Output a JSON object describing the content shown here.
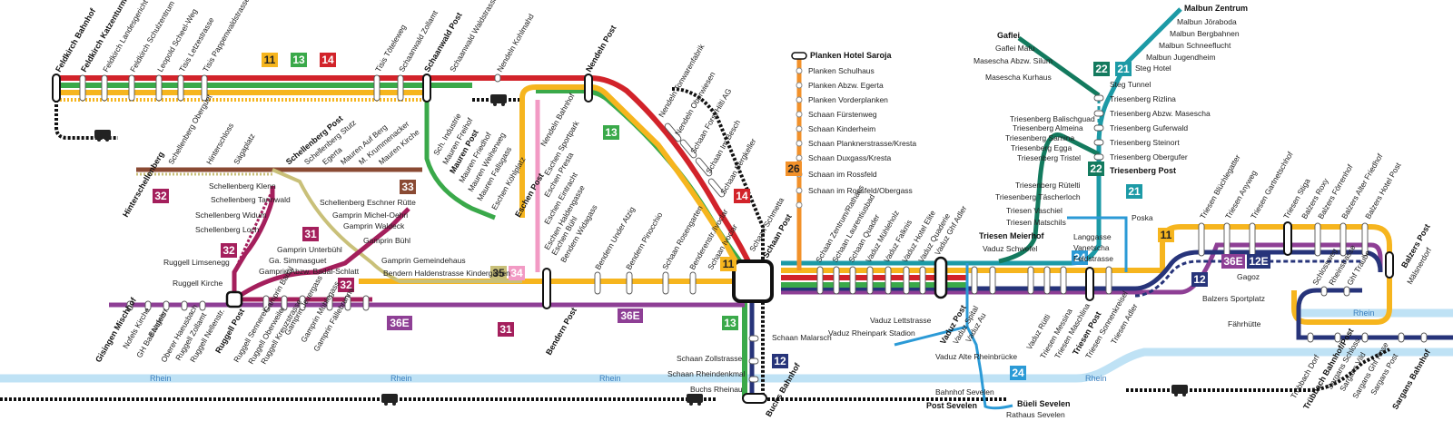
{
  "map": {
    "colors": {
      "line11": "#f6b51e",
      "line12": "#27347a",
      "line13": "#3aa94a",
      "line14": "#d2232a",
      "line21": "#1c9aa6",
      "line22": "#137a5e",
      "line24": "#2b9ad6",
      "line26": "#f2912a",
      "line31": "#a41f5c",
      "line32": "#a41f5c",
      "line33": "#8a4a33",
      "line34": "#f29ac4",
      "line35": "#c9c079",
      "line36E": "#8e3f95",
      "rail": "#111111",
      "river": "#bfe2f5"
    },
    "badges": [
      {
        "label": "11",
        "key": "line11"
      },
      {
        "label": "13",
        "key": "line13"
      },
      {
        "label": "14",
        "key": "line14"
      },
      {
        "label": "14",
        "key": "line14"
      },
      {
        "label": "13",
        "key": "line13"
      },
      {
        "label": "26",
        "key": "line26"
      },
      {
        "label": "33",
        "key": "line33"
      },
      {
        "label": "32",
        "key": "line32"
      },
      {
        "label": "31",
        "key": "line31"
      },
      {
        "label": "32",
        "key": "line32"
      },
      {
        "label": "32",
        "key": "line32"
      },
      {
        "label": "35",
        "key": "line35"
      },
      {
        "label": "34",
        "key": "line34"
      },
      {
        "label": "36E",
        "key": "line36E"
      },
      {
        "label": "31",
        "key": "line31"
      },
      {
        "label": "36E",
        "key": "line36E"
      },
      {
        "label": "11",
        "key": "line11"
      },
      {
        "label": "13",
        "key": "line13"
      },
      {
        "label": "12",
        "key": "line12"
      },
      {
        "label": "24",
        "key": "line24"
      },
      {
        "label": "24",
        "key": "line24"
      },
      {
        "label": "22",
        "key": "line22"
      },
      {
        "label": "21",
        "key": "line21"
      },
      {
        "label": "22",
        "key": "line22"
      },
      {
        "label": "21",
        "key": "line21"
      },
      {
        "label": "11",
        "key": "line11"
      },
      {
        "label": "36E",
        "key": "line36E"
      },
      {
        "label": "12E",
        "key": "line12"
      },
      {
        "label": "12",
        "key": "line12"
      }
    ],
    "river_label": "Rhein",
    "stations": {
      "feldkirch_bahnhof": "Feldkirch Bahnhof",
      "feldkirch_katzenturm": "Feldkirch Katzenturm",
      "feldkirch_landesgericht": "Feldkirch Landesgericht",
      "feldkirch_schulzentrum": "Feldkirch Schulzentrum",
      "leopold_scheel_weg": "Leopold Scheel-Weg",
      "tisis_letzestrasse": "Tisis Letzestrasse",
      "tisis_pappenwaldstrasse": "Tisis Pappenwaldstrasse",
      "tisis_toeteleweg": "Tisis Töteleweg",
      "schaanwald_zollamt": "Schaanwald Zollamt",
      "schaanwald_post": "Schaanwald Post",
      "schaanwald_waldstrasse": "Schaanwald Waldstrasse",
      "nendeln_kohlmahd": "Nendeln Kohlmahd",
      "nendeln_post": "Nendeln Post",
      "nendeln_tonwarenfabrik": "Nendeln Tonwarenfabrik",
      "nendeln_oberwiesen": "Nendeln Oberwiesen",
      "schaan_forst_hilti": "Schaan Forst/Hilti AG",
      "schaan_im_besch": "Schaan Im Besch",
      "schaan_bergkeller": "Schaan Bergkeller",
      "schaan_schmetta": "Schaan Schmetta",
      "schaan_post": "Schaan Post",
      "planken_hotel_saroja": "Planken Hotel Saroja",
      "planken_schulhaus": "Planken Schulhaus",
      "planken_abzw_egerta": "Planken Abzw. Egerta",
      "planken_vorderplanken": "Planken Vorderplanken",
      "schaan_fuerstenweg": "Schaan Fürstenweg",
      "schaan_kinderheim": "Schaan Kinderheim",
      "schaan_planknerstrasse": "Schaan Planknerstrasse/Kresta",
      "schaan_duxgass": "Schaan Duxgass/Kresta",
      "schaan_rossfeld": "Schaan  im Rossfeld",
      "schaan_rossfeld_obergass": "Schaan  im Rossfeld/Obergass",
      "schaan_zentrum": "Schaan Zentrum/Rathaus",
      "schaan_laurentiusbad": "Schaan Laurentiusbad",
      "schaan_quader": "Schaan Quader",
      "vaduz_muehleholz": "Vaduz Mühleholz",
      "vaduz_falknis": "Vaduz Falknis",
      "vaduz_hotel_elite": "Vaduz Hotel Elite",
      "vaduz_quaderie": "Vaduz Quaderie",
      "vaduz_ghf_adler": "Vaduz Ghf Adler",
      "vaduz_post": "Vaduz Post",
      "vaduz_spital": "Vaduz Spital",
      "vaduz_au": "Vaduz Au",
      "vaduz_lettstrasse": "Vaduz Lettstrasse",
      "vaduz_rheinpark": "Vaduz Rheinpark Stadion",
      "vaduz_alte_rheinbruecke": "Vaduz Alte Rheinbrücke",
      "bahnhof_sevelen": "Bahnhof Sevelen",
      "post_sevelen": "Post Sevelen",
      "bueeli_sevelen": "Büeli Sevelen",
      "rathaus_sevelen": "Rathaus Sevelen",
      "schaan_malarsch": "Schaan Malarsch",
      "schaan_zollstrasse": "Schaan Zollstrasse",
      "schaan_rheindenkmal": "Schaan Rheindenkmal",
      "buchs_rheinau": "Buchs Rheinau",
      "buchs_bahnhof": "Buchs Bahnhof",
      "bendern_under_atzig": "Bendern Under Atzig",
      "bendern_pinocchio": "Bendern Pinocchio",
      "schaan_rosengarten": "Schaan Rosengarten",
      "bendererstr_ivoclar": "Benderenstr./Ivoclar",
      "schaan_ivoclar": "Schaan Ivoclar",
      "bendern_post": "Bendern Post",
      "bendern_haldenstrasse": "Bendern Haldenstrasse Kindergarten",
      "gamprin_gemeindehaus": "Gamprin Gemeindehaus",
      "gamprin_buehl": "Gamprin Bühl",
      "gamprin_unterbuehl": "Gamprin Unterbühl",
      "ga_simmasguet": "Ga. Simmasguet",
      "gamprin_abzw_badael": "Gamprin Abzw. Badäl-Schlatt",
      "gamprin_badael": "Gamprin Badäl",
      "gamprin_jeuergass": "Gamprin Jeuergass",
      "gamprin_muehlegass": "Gamprin Mühlegass",
      "gamprin_faellebrunna": "Gamprin Fällebrunna",
      "gamprin_waldeck": "Gamprin Waldeck",
      "gamprin_michel_oehri": "Gamprin Michel-Oehri",
      "schellenberg_eschner_ruette": "Schellenberg Eschner Rütte",
      "schellenberg_post": "Schellenberg Post",
      "schellenberg_stutz": "Schellenberg Stutz",
      "egerta": "Egerta",
      "mauren_auf_berg": "Mauren Auf Berg",
      "m_krummenacker": "M. Krummenacker",
      "mauren_kirche": "Mauren Kirche",
      "sch_industrie": "Sch. Industrie",
      "mauren_freihof": "Mauren Freihof",
      "mauren_post": "Mauren Post",
      "mauren_friedhof": "Mauren Friedhof",
      "mauren_weiherweg": "Mauren Weiherweg",
      "mauren_fallsgass": "Mauren Fallsgass",
      "eschen_koehlplatz": "Eschen Köhlplatz",
      "eschen_post": "Eschen Post",
      "nendeln_bahnhof": "Nendeln Bahnhof",
      "eschen_sportpark": "Eschen Sportpark",
      "eschen_presta": "Eschen Presta",
      "eschen_eintracht": "Eschen Eintracht",
      "eschen_haldengasse": "Eschen Haldengasse",
      "eschen_buehl": "Eschen Bühl",
      "bendern_widagass": "Bendern Widagass",
      "hinterschellenberg": "Hinterschellenberg",
      "schellenberg_oberguet": "Schellenberg Oberguet",
      "hinterschloss": "Hinterschloss",
      "saegaplatz": "Sägaplatz",
      "schellenberg_klenn": "Schellenberg Klenn",
      "schellenberg_tannwald": "Schellenberg Tannwald",
      "schellenberg_widum": "Schellenberg Widum",
      "schellenberg_loch": "Schellenberg Loch",
      "ruggell_limsenegg": "Ruggell Limsenegg",
      "ruggell_kirche": "Ruggell Kirche",
      "gisingen_mischhof": "Gisingen Mischhof",
      "nofels_kirche": "Nofels Kirche",
      "gh_bad_nofels": "GH Bad Nofels",
      "bangserr": "Bangserr",
      "oberer_haeusbach": "Oberer Haeusbach",
      "ruggell_zollamt": "Ruggell Zollamt",
      "ruggell_nellenstr": "Ruggell Nellenstr.",
      "ruggell_post": "Ruggell Post",
      "ruggell_sennerei": "Ruggell Sennerei",
      "ruggell_oberweiler": "Ruggell Oberweiler",
      "ruggell_kreuzstrasse": "Ruggell Kreuzstrasse",
      "gaflei": "Gaflei",
      "gaflei_matu": "Gaflei Matu",
      "masescha_abzw_silum": "Masescha Abzw. Silum",
      "masescha_kurhaus": "Masescha Kurhaus",
      "malbun_zentrum": "Malbun Zentrum",
      "malbun_joeraboda": "Malbun Jöraboda",
      "malbun_bergbahnen": "Malbun Bergbahnen",
      "malbun_schneeflucht": "Malbun Schneeflucht",
      "malbun_jugendheim": "Malbun Jugendheim",
      "steg_hotel": "Steg Hotel",
      "steg_tunnel": "Steg Tunnel",
      "triesenberg_rizlina": "Triesenberg Rizlina",
      "triesenberg_abzw_masescha": "Triesenberg Abzw. Masescha",
      "triesenberg_guferwald": "Triesenberg Guferwald",
      "triesenberg_steinort": "Triesenberg Steinort",
      "triesenberg_obergufer": "Triesenberg Obergufer",
      "triesenberg_post": "Triesenberg Post",
      "triesenberg_balischguad": "Triesenberg Balischguad",
      "triesenberg_almeina": "Triesenberg Almeina",
      "triesenberg_samina": "Triesenberg Samina",
      "triesenberg_egga": "Triesenberg Egga",
      "triesenberg_tristel": "Triesenberg Tristel",
      "triesenberg_ruetelti": "Triesenberg Rütelti",
      "triesenberg_taescherloch": "Triesenberg Täscherloch",
      "triesen_vaschiel": "Triesen Vaschiel",
      "triesen_matschils": "Triesen Matschils",
      "triesen_meierhof": "Triesen Meierhof",
      "vaduz_schwefel": "Vaduz Schwefel",
      "poska": "Poska",
      "langgasse": "Langgasse",
      "vanetscha": "Vanetscha",
      "feldstrasse": "Feldstrasse",
      "vaduz_ruetti": "Vaduz Rütti",
      "triesen_messina": "Triesen Messina",
      "triesen_maschlina": "Triesen Maschlina",
      "triesen_post": "Triesen Post",
      "triesen_sonnenkreisel": "Triesen Sonnenkreisel",
      "triesen_adler": "Triesen Adler",
      "triesen_bluechlegatter": "Triesen Blüchlegatter",
      "triesen_anyweg": "Triesen Anyweg",
      "triesen_gartnetschhof": "Triesen Gartnetschhof",
      "triesen_stiga": "Triesen Stiga",
      "balzers_roxy": "Balzers Roxy",
      "balzers_foerrenhof": "Balzers Förrenhof",
      "balzers_alter_friedhof": "Balzers Alter Friedhof",
      "balzers_hotel_post": "Balzers Hotel Post",
      "balzers_post": "Balzers Post",
      "maelsnerdorf": "Mälsnerdorf",
      "gagoz": "Gagoz",
      "schlossweg": "Schlossweg",
      "rheinstrasse": "Rheinstrasse",
      "ghf_traube": "Ghf Traube",
      "balzers_sportplatz": "Balzers Sportplatz",
      "faehrhuette": "Fährhütte",
      "truebbach_dorf": "Trübbach Dorf",
      "truebbach_bahnhof_post": "Trübbach Bahnhof/Post",
      "sargans_schloss": "Sargans Schloss",
      "sargans_vild": "Sargans Vild",
      "sargans_ghf_rose": "Sargans Ghf Rose",
      "sargans_post": "Sargans Post",
      "sargans_bahnhof": "Sargans Bahnhof"
    }
  }
}
